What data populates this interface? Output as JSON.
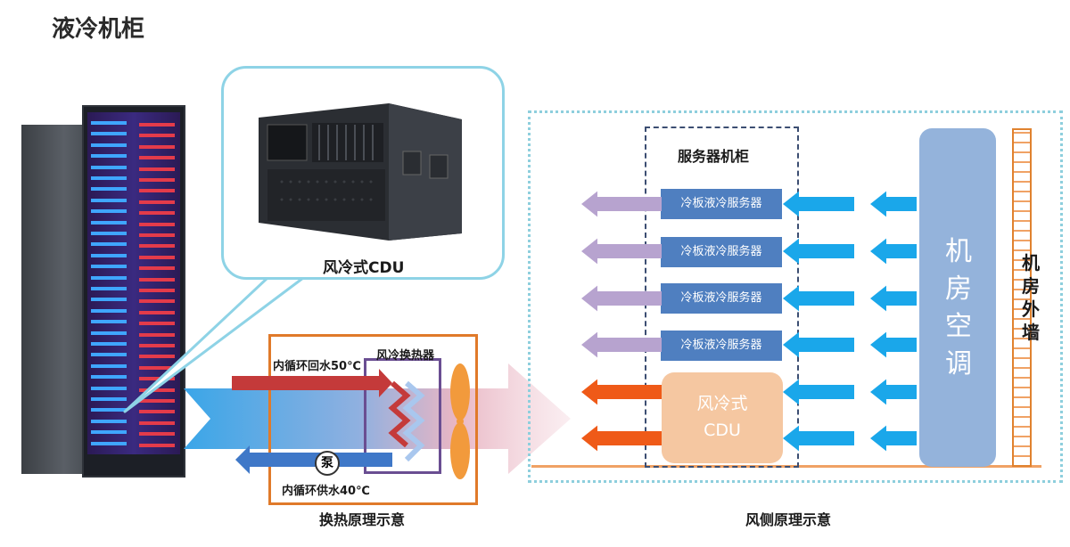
{
  "title": "液冷机柜",
  "callout": {
    "label": "风冷式CDU"
  },
  "heat_exchange": {
    "return_label": "内循环回水50℃",
    "exchanger_label": "风冷换热器",
    "pump_label": "泵",
    "supply_label": "内循环供水40℃",
    "caption": "换热原理示意"
  },
  "air_side": {
    "rack_title": "服务器机柜",
    "servers": [
      "冷板液冷服务器",
      "冷板液冷服务器",
      "冷板液冷服务器",
      "冷板液冷服务器"
    ],
    "cdu_line1": "风冷式",
    "cdu_line2": "CDU",
    "ac_label": "机房空调",
    "wall_label": "机房外墙",
    "caption": "风侧原理示意"
  },
  "colors": {
    "cold_air": "#1aa7ea",
    "exhaust_air": "#b7a3cf",
    "hot_air": "#ef5a18",
    "server_blue": "#4f7fc0",
    "wall_orange": "#e0822f"
  }
}
